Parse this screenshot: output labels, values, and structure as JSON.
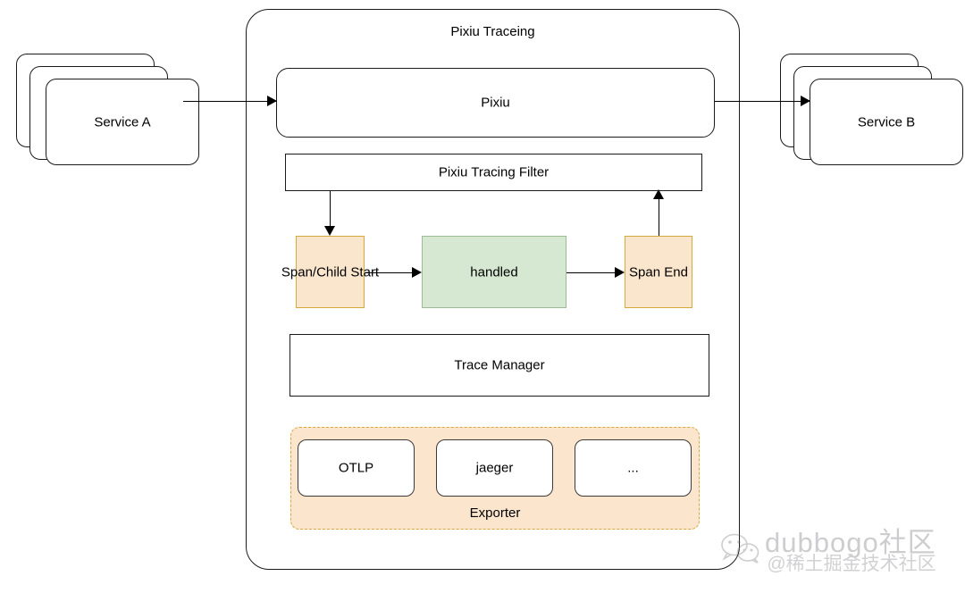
{
  "diagram": {
    "title": "Pixiu Traceing",
    "left_service": {
      "label": "Service A"
    },
    "right_service": {
      "label": "Service B"
    },
    "gateway": {
      "label": "Pixiu"
    },
    "filter": {
      "label": "Pixiu Tracing Filter"
    },
    "pipeline": [
      {
        "id": "span-start",
        "label": "Span/Child Start",
        "color": "#fae5cd"
      },
      {
        "id": "handled",
        "label": "handled",
        "color": "#d6e7d2"
      },
      {
        "id": "span-end",
        "label": "Span End",
        "color": "#fae5cd"
      }
    ],
    "trace_manager": {
      "label": "Trace Manager"
    },
    "exporter": {
      "caption": "Exporter",
      "items": [
        {
          "label": "OTLP"
        },
        {
          "label": "jaeger"
        },
        {
          "label": "..."
        }
      ]
    }
  },
  "watermark": {
    "icon": "wechat-icon",
    "main": "dubbogo社区",
    "sub": "@稀土掘金技术社区"
  }
}
